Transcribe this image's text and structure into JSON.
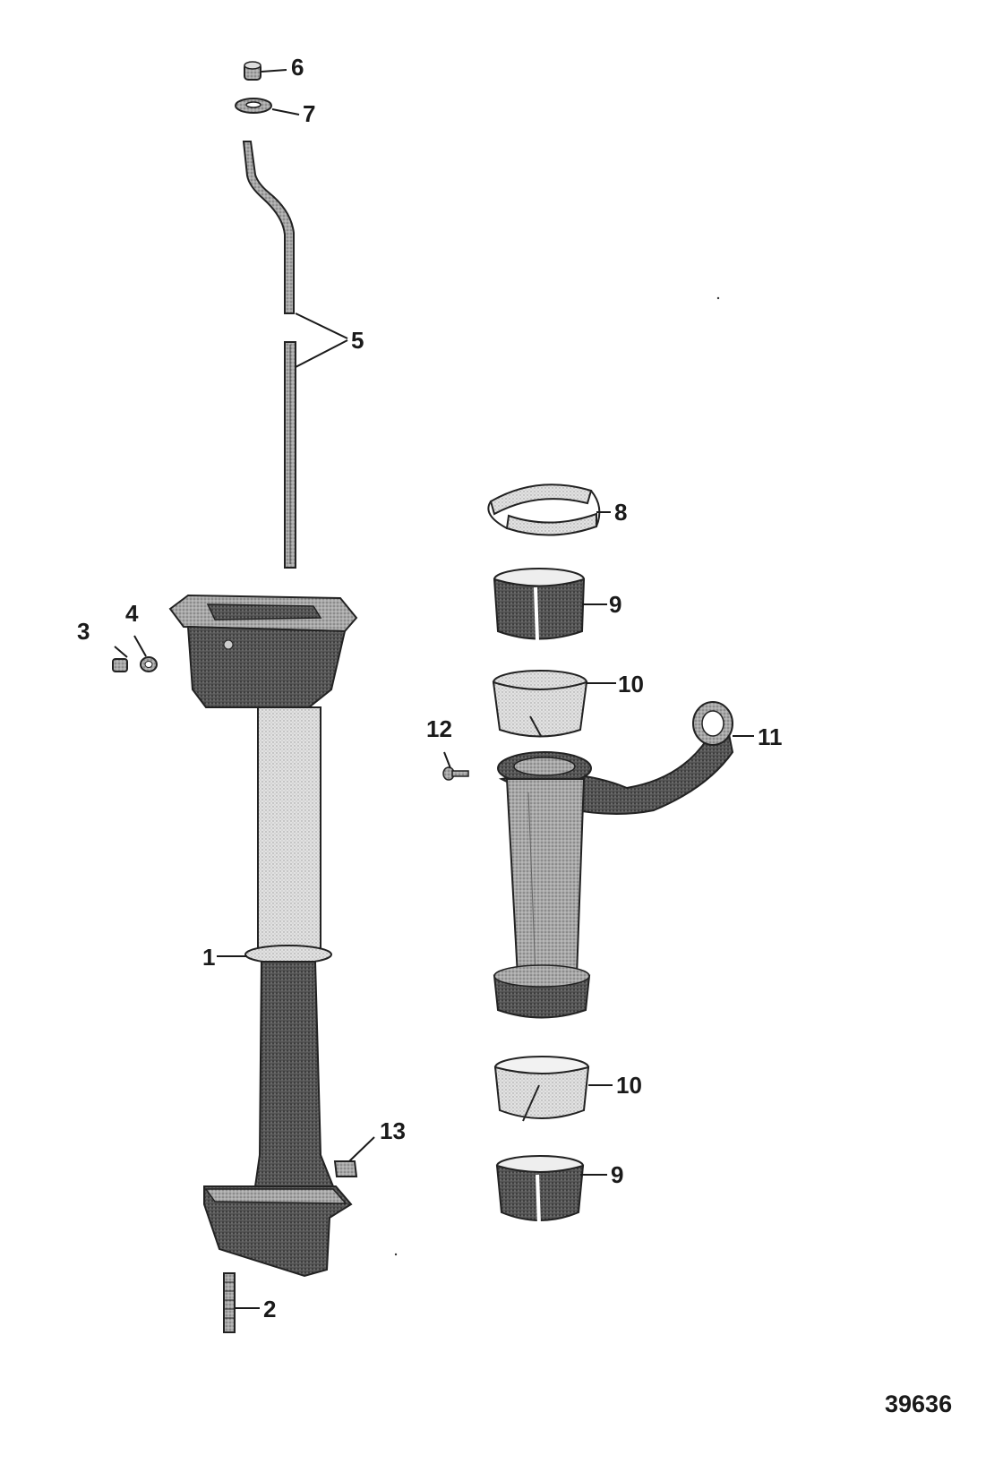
{
  "figure_number": "39636",
  "callouts": {
    "c1": "1",
    "c2": "2",
    "c3": "3",
    "c4": "4",
    "c5": "5",
    "c6": "6",
    "c7": "7",
    "c8": "8",
    "c9a": "9",
    "c9b": "9",
    "c10a": "10",
    "c10b": "10",
    "c11": "11",
    "c12": "12",
    "c13": "13"
  },
  "colors": {
    "ink": "#1a1a1a",
    "dark_part": "#4a4a4a",
    "mid_part": "#8a8a8a",
    "light_part": "#d6d6d6"
  }
}
